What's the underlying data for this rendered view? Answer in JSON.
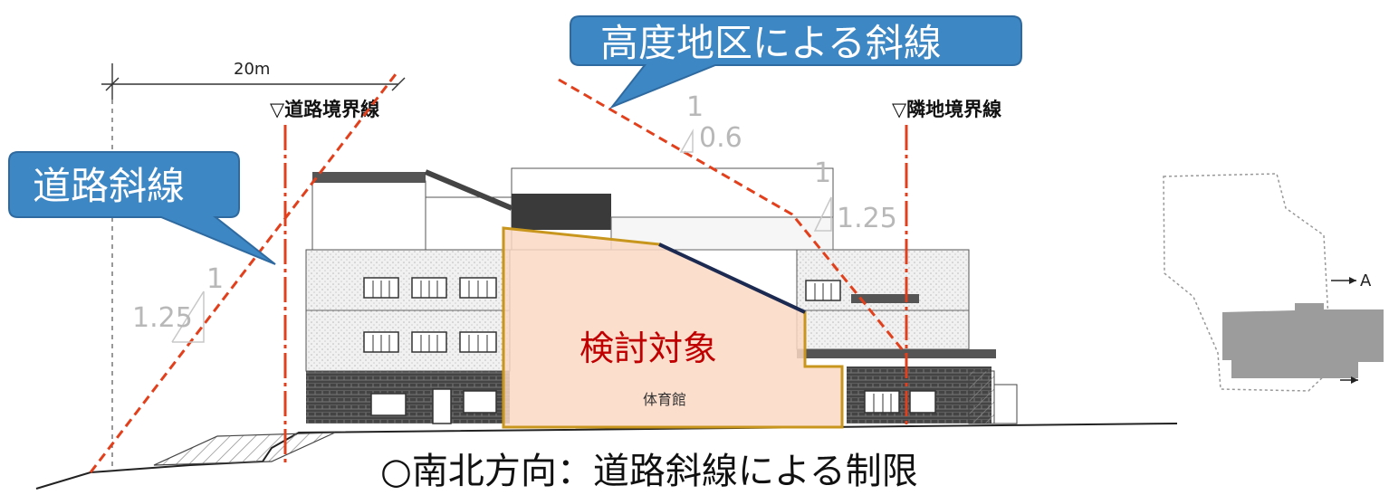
{
  "dimension_label": "20m",
  "road_boundary_label": "▽道路境界線",
  "adjacent_boundary_label": "▽隣地境界線",
  "callouts": {
    "height_district": "高度地区による斜線",
    "road_slope": "道路斜線"
  },
  "slopes": {
    "road": {
      "rise": "1",
      "run": "1.25"
    },
    "height_upper": {
      "rise": "1",
      "run": "0.6"
    },
    "height_lower": {
      "rise": "1",
      "run": "1.25"
    }
  },
  "target_label": "検討対象",
  "gym_label": "体育館",
  "keyplan_section_mark": "A",
  "caption": "○南北方向：道路斜線による制限",
  "colors": {
    "slope_line": "#e2401c",
    "callout_fill": "#3d87c4",
    "target_fill": "#fbd8c4",
    "target_outline": "#c8961c",
    "target_text": "#c00000"
  }
}
